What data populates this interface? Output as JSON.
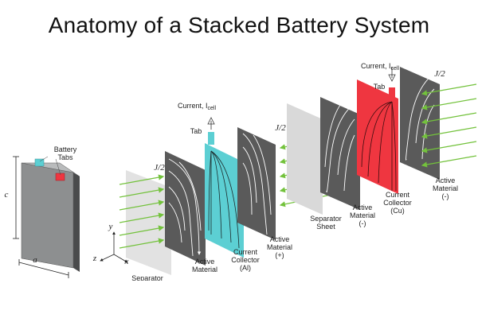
{
  "title": "Anatomy of a Stacked Battery System",
  "colors": {
    "background": "#ffffff",
    "active_material": "#5a5a5a",
    "collector_al": "#5ccfd3",
    "collector_cu": "#ef3640",
    "separator": "#d9d9d9",
    "flux_arrows": "#73c23c",
    "battery_body": "#8d8f90"
  },
  "cell": {
    "tabs_label_line1": "Battery",
    "tabs_label_line2": "Tabs",
    "dim_c": "c",
    "dim_a": "a"
  },
  "axes": {
    "x": "x",
    "y": "y",
    "z": "z"
  },
  "left_group": {
    "flux_label": "J/2",
    "separator_line1": "Separator",
    "active_line1": "Active",
    "active_line2": "Material",
    "current_label": "Current, I",
    "current_sub": "cell",
    "tab_label": "Tab",
    "collector_line1": "Current",
    "collector_line2": "Collector",
    "collector_line3": "(Al)",
    "active_pos_line1": "Active",
    "active_pos_line2": "Material",
    "active_pos_line3": "(+)"
  },
  "right_group": {
    "flux_label_left": "J/2",
    "flux_label_right": "J/2",
    "separator_line1": "Separator",
    "separator_line2": "Sheet",
    "active_neg_line1": "Active",
    "active_neg_line2": "Material",
    "active_neg_line3": "(-)",
    "current_label": "Current, I",
    "current_sub": "cell",
    "tab_label": "Tab",
    "collector_line1": "Current",
    "collector_line2": "Collector",
    "collector_line3": "(Cu)",
    "active_far_line1": "Active",
    "active_far_line2": "Material",
    "active_far_line3": "(-)"
  }
}
